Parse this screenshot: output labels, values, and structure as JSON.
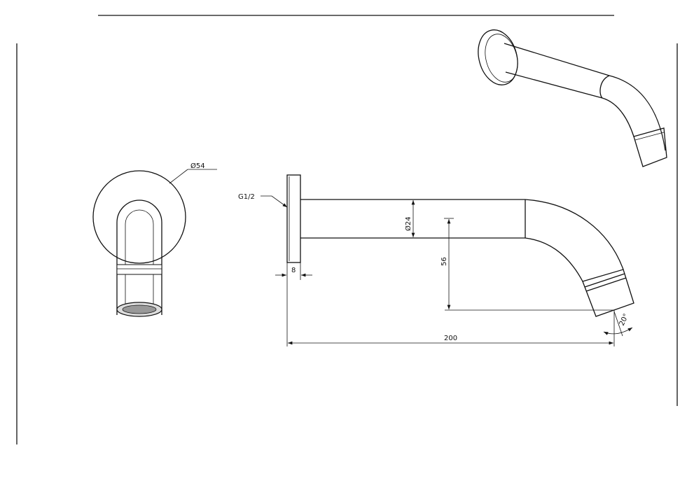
{
  "drawing": {
    "front_view": {
      "diameter_label": "Ø54"
    },
    "side_view": {
      "thread_label": "G1/2",
      "pipe_diameter_label": "Ø24",
      "drop_label": "56",
      "flange_thickness_label": "8",
      "length_label": "200",
      "angle_label": "20°"
    }
  }
}
